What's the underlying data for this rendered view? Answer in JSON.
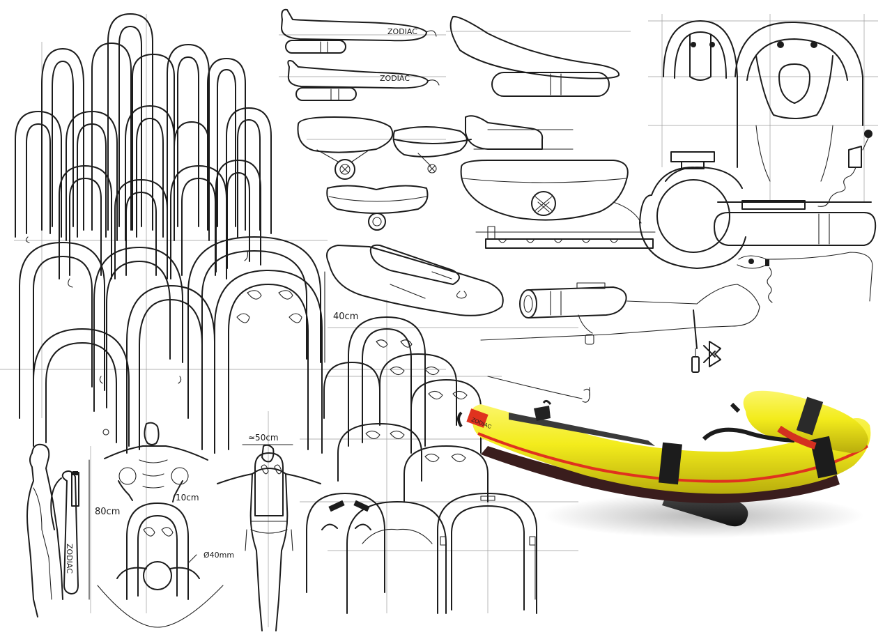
{
  "annotations": {
    "height_40": "40cm",
    "width_50": "≃50cm",
    "height_80": "80cm",
    "depth_10": "10cm",
    "diameter_40mm": "Ø40mm"
  },
  "brand": {
    "wordmark_1": "ZODIAC",
    "wordmark_2": "ZODIAC",
    "wordmark_3": "ZODIAC",
    "render_logo": "ZODIAC"
  },
  "icons": {
    "bluetooth": "bluetooth-icon"
  },
  "colors": {
    "buoy_yellow": "#f3ec1c",
    "buoy_red_stripe": "#e0321e",
    "strap_black": "#1c1c1c",
    "sketch_line": "#1c1c1c"
  }
}
